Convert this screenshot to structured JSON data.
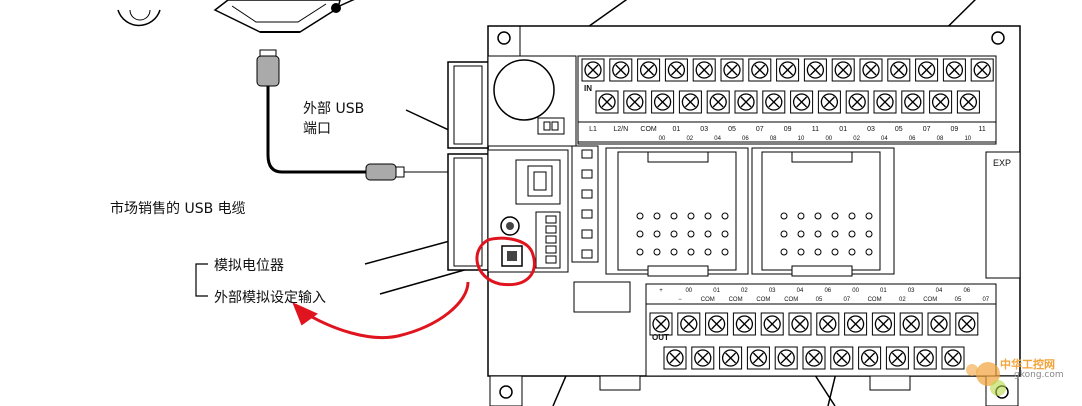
{
  "labels": {
    "usb_port": "外部 USB",
    "usb_port_line2": "端口",
    "usb_cable": "市场销售的 USB 电缆",
    "analog_pot": "模拟电位器",
    "analog_input": "外部模拟设定输入"
  },
  "panel": {
    "exp": "EXP",
    "in": "IN",
    "out": "OUT"
  },
  "in_top_row": [
    "L1",
    "L2/N",
    "COM",
    "01",
    "03",
    "05",
    "07",
    "09",
    "11",
    "01",
    "03",
    "05",
    "07",
    "09",
    "11"
  ],
  "in_bottom_row": [
    "00",
    "02",
    "04",
    "06",
    "08",
    "10",
    "00",
    "02",
    "04",
    "06",
    "08",
    "10"
  ],
  "out_top_row": [
    "+",
    "00",
    "01",
    "02",
    "03",
    "04",
    "06",
    "00",
    "01",
    "03",
    "04",
    "06"
  ],
  "out_bottom_row": [
    "−",
    "COM",
    "COM",
    "COM",
    "COM",
    "05",
    "07",
    "COM",
    "02",
    "COM",
    "05",
    "07"
  ],
  "watermark": {
    "cn": "中华工控网",
    "en": "gkong.com"
  },
  "colors": {
    "annotation": "#e0141e",
    "line": "#000000",
    "watermark": "#f2a33a"
  }
}
